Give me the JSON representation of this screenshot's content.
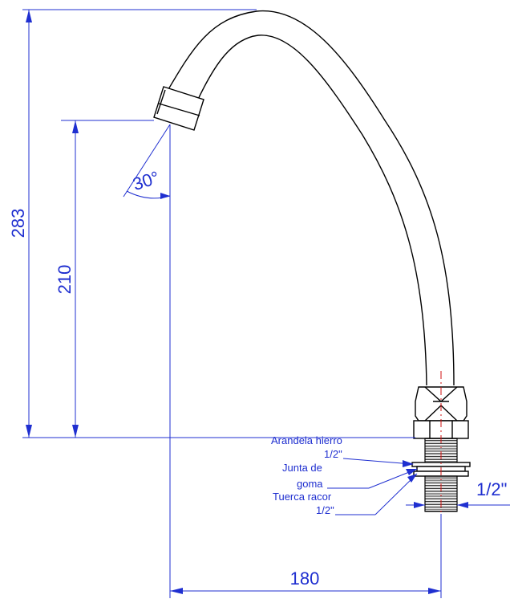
{
  "dimensions": {
    "total_height": "283",
    "outlet_height": "210",
    "reach": "180",
    "spray_angle": "30°",
    "thread_size": "1/2\""
  },
  "labels": {
    "washer_line1": "Arandela hierro",
    "washer_line2": "1/2\"",
    "gasket_line1": "Junta de",
    "gasket_line2": "goma",
    "nut_line1": "Tuerca racor",
    "nut_line2": "1/2\""
  },
  "colors": {
    "dimension": "#1f2fd0",
    "outline": "#000000",
    "axis": "#d01010"
  }
}
